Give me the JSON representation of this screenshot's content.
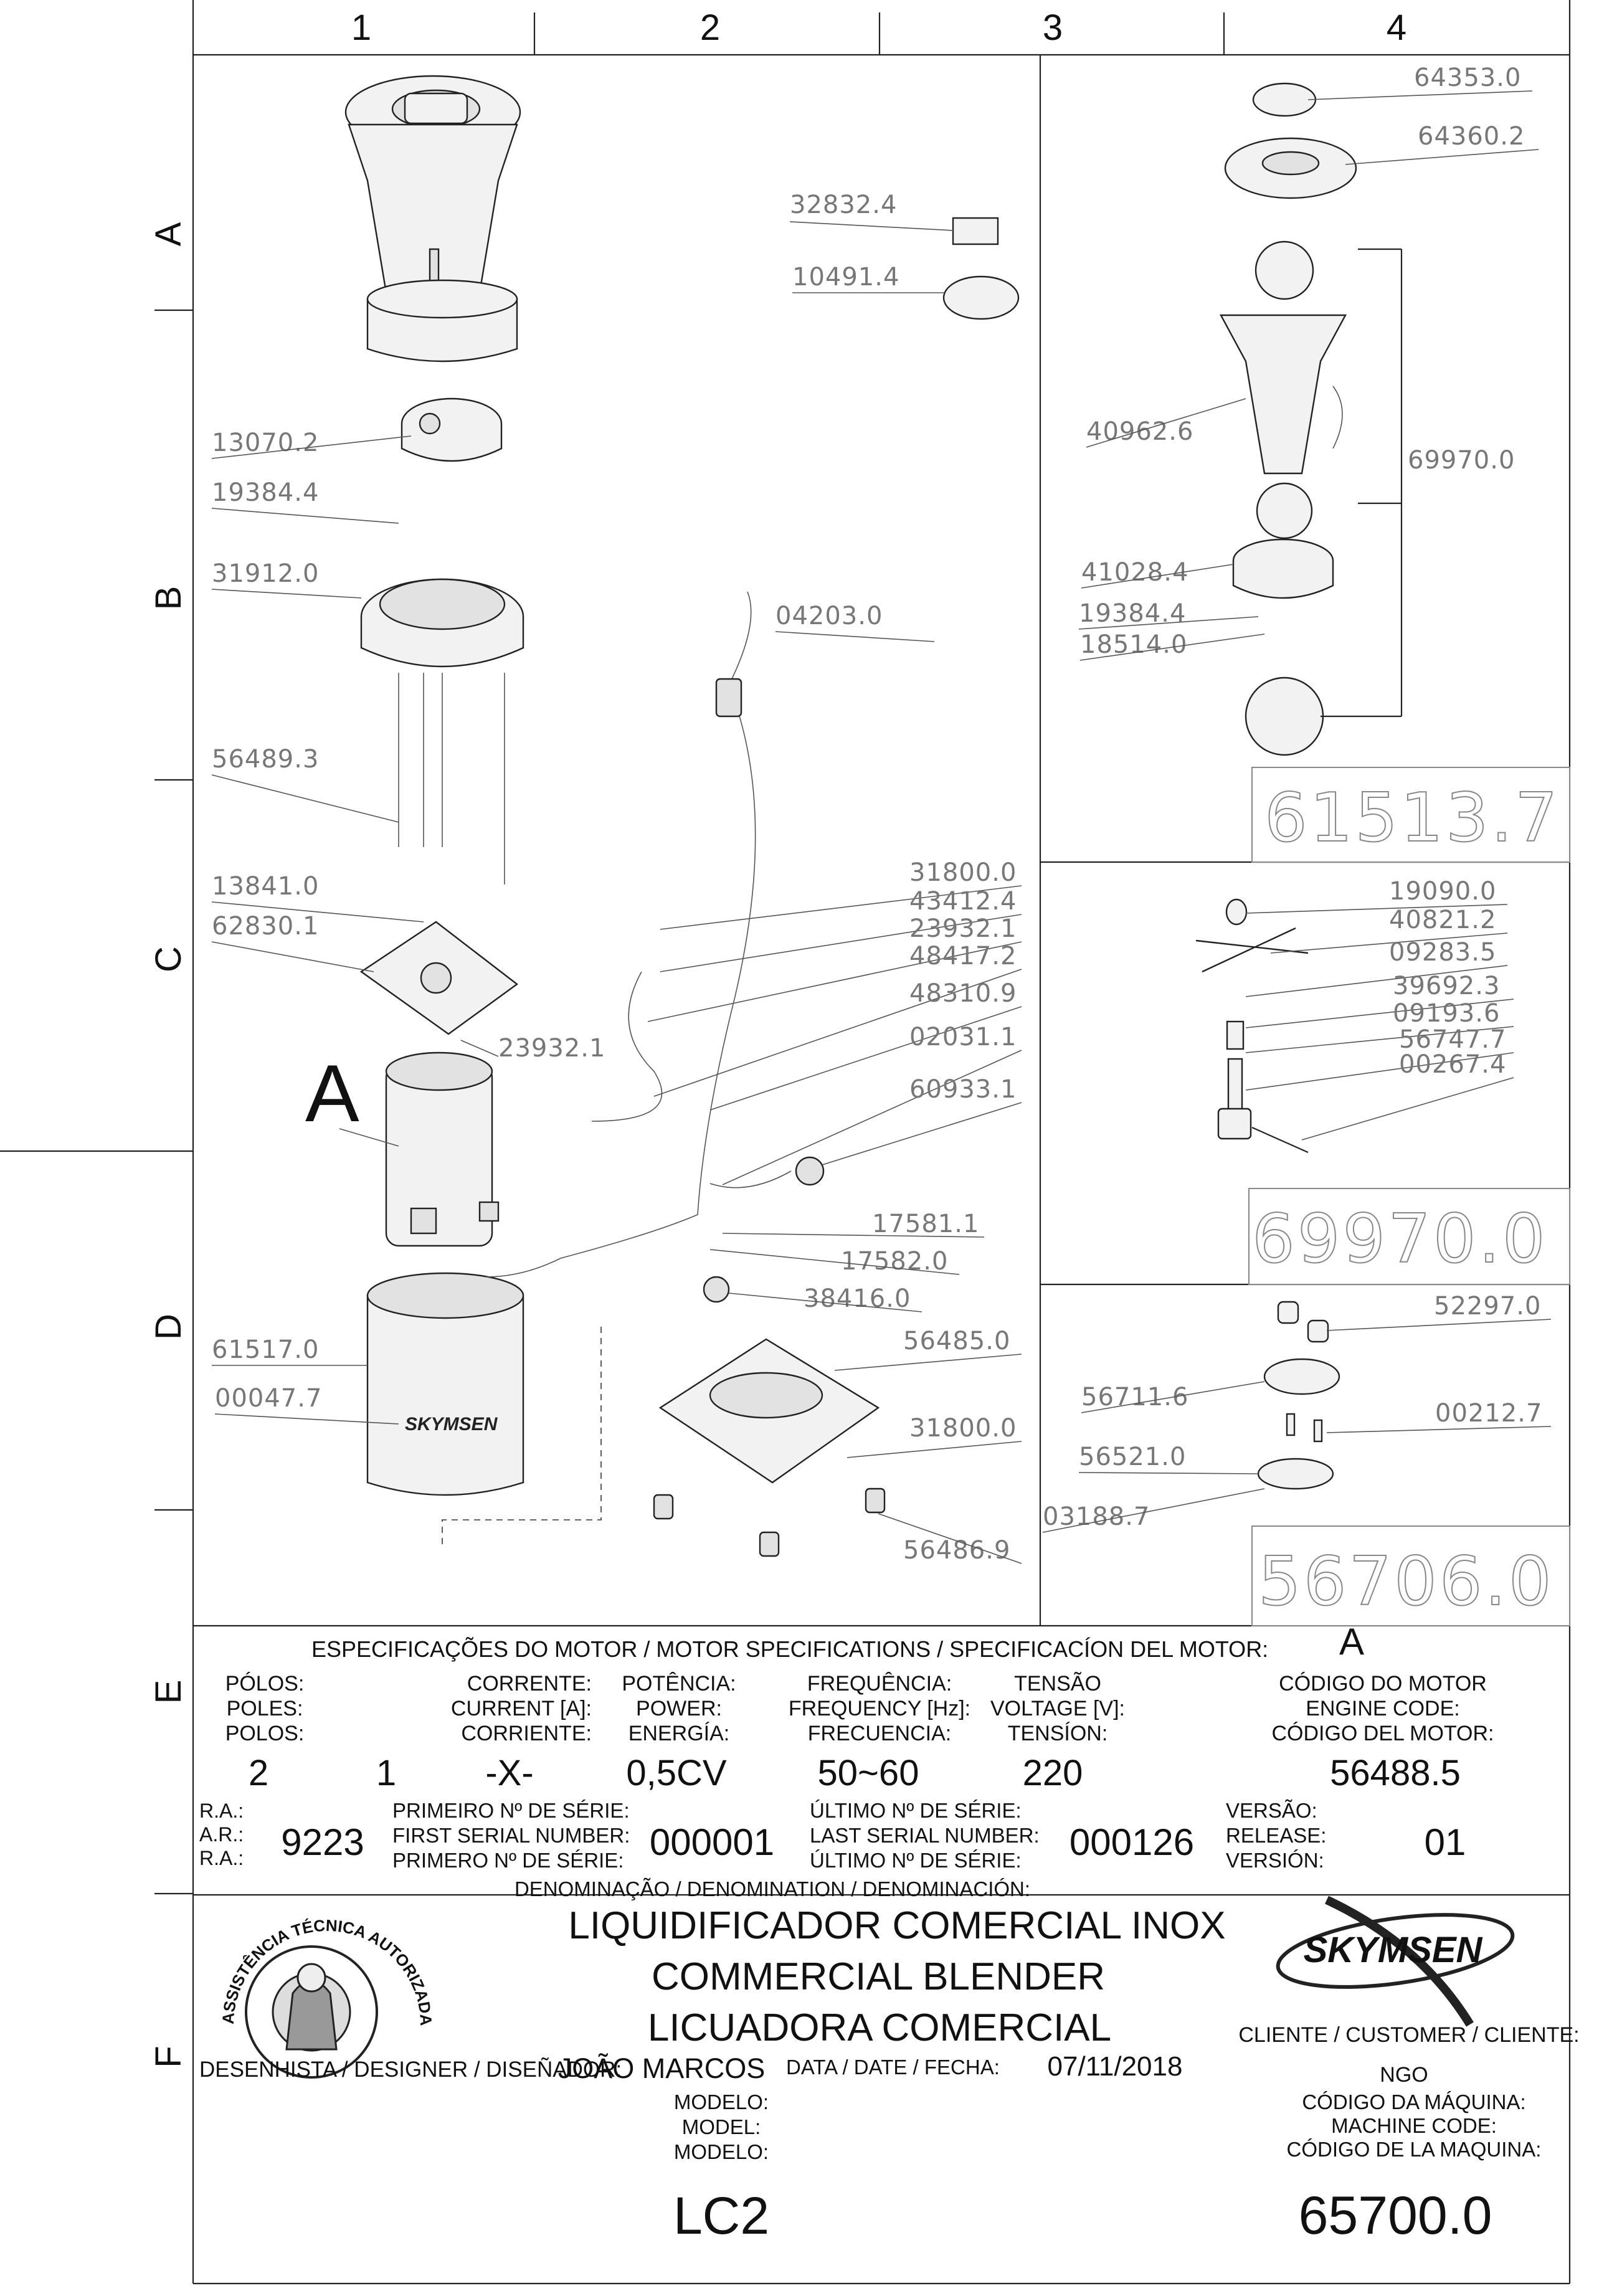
{
  "grid": {
    "columns": [
      "1",
      "2",
      "3",
      "4"
    ],
    "rows": [
      "A",
      "B",
      "C",
      "D",
      "E",
      "F"
    ]
  },
  "assembly_marker": "A",
  "part_numbers": {
    "p32832": "32832.4",
    "p10491": "10491.4",
    "p13070": "13070.2",
    "p19384a": "19384.4",
    "p31912": "31912.0",
    "p04203": "04203.0",
    "p56489": "56489.3",
    "p13841": "13841.0",
    "p62830": "62830.1",
    "p23932a": "23932.1",
    "p31800a": "31800.0",
    "p43412": "43412.4",
    "p23932b": "23932.1",
    "p48417": "48417.2",
    "p48310": "48310.9",
    "p02031": "02031.1",
    "p60933": "60933.1",
    "p17581": "17581.1",
    "p17582": "17582.0",
    "p38416": "38416.0",
    "p56485": "56485.0",
    "p31800b": "31800.0",
    "p56486": "56486.9",
    "p61517": "61517.0",
    "p00047": "00047.7",
    "p64353": "64353.0",
    "p64360": "64360.2",
    "p40962": "40962.6",
    "p69970": "69970.0",
    "p41028": "41028.4",
    "p19384b": "19384.4",
    "p18514": "18514.0",
    "p19090": "19090.0",
    "p40821": "40821.2",
    "p09283": "09283.5",
    "p39692": "39692.3",
    "p09193": "09193.6",
    "p56747": "56747.7",
    "p00267": "00267.4",
    "p52297": "52297.0",
    "p56711": "56711.6",
    "p00212": "00212.7",
    "p56521": "56521.0",
    "p03188": "03188.7"
  },
  "subassemblies": {
    "jar": "61513.7",
    "blade": "69970.0",
    "coupling": "56706.0"
  },
  "brand_mark": "SKYMSEN",
  "specs": {
    "heading": "ESPECIFICAÇÕES DO MOTOR / MOTOR SPECIFICATIONS / SPECIFICACÍON DEL MOTOR:",
    "motor_marker": "A",
    "labels": {
      "poles": [
        "PÓLOS:",
        "POLES:",
        "POLOS:"
      ],
      "current": [
        "CORRENTE:",
        "CURRENT [A]:",
        "CORRIENTE:"
      ],
      "power": [
        "POTÊNCIA:",
        "POWER:",
        "ENERGÍA:"
      ],
      "frequency": [
        "FREQUÊNCIA:",
        "FREQUENCY [Hz]:",
        "FRECUENCIA:"
      ],
      "voltage": [
        "TENSÃO",
        "VOLTAGE [V]:",
        "TENSÍON:"
      ],
      "engine": [
        "CÓDIGO DO MOTOR",
        "ENGINE CODE:",
        "CÓDIGO DEL MOTOR:"
      ]
    },
    "values": {
      "poles": "2",
      "current": "1",
      "current_dash": "-X-",
      "power": "0,5CV",
      "frequency": "50~60",
      "voltage": "220",
      "engine": "56488.5"
    }
  },
  "ra": {
    "labels": [
      "R.A.:",
      "A.R.:",
      "R.A.:"
    ],
    "value": "9223"
  },
  "serial": {
    "first_labels": [
      "PRIMEIRO Nº DE SÉRIE:",
      "FIRST SERIAL NUMBER:",
      "PRIMERO Nº DE SÉRIE:"
    ],
    "first_value": "000001",
    "last_labels": [
      "ÚLTIMO Nº DE SÉRIE:",
      "LAST SERIAL NUMBER:",
      "ÚLTIMO Nº DE SÉRIE:"
    ],
    "last_value": "000126"
  },
  "version": {
    "labels": [
      "VERSÃO:",
      "RELEASE:",
      "VERSIÓN:"
    ],
    "value": "01"
  },
  "denomination": {
    "heading": "DENOMINAÇÃO / DENOMINATION / DENOMINACIÓN:",
    "lines": [
      "LIQUIDIFICADOR COMERCIAL INOX",
      "COMMERCIAL BLENDER",
      "LICUADORA COMERCIAL"
    ]
  },
  "stamp_text": "ASSISTÊNCIA TÉCNICA AUTORIZADA",
  "brand": "SKYMSEN",
  "designer": {
    "label": "DESENHISTA / DESIGNER / DISEÑADOR:",
    "value": "JOÃO MARCOS"
  },
  "date": {
    "label": "DATA / DATE / FECHA:",
    "value": "07/11/2018"
  },
  "client": {
    "label": "CLIENTE / CUSTOMER / CLIENTE:",
    "value": "NGO"
  },
  "model": {
    "labels": [
      "MODELO:",
      "MODEL:",
      "MODELO:"
    ],
    "value": "LC2"
  },
  "machine_code": {
    "labels": [
      "CÓDIGO DA MÁQUINA:",
      "MACHINE CODE:",
      "CÓDIGO DE LA MAQUINA:"
    ],
    "value": "65700.0"
  }
}
